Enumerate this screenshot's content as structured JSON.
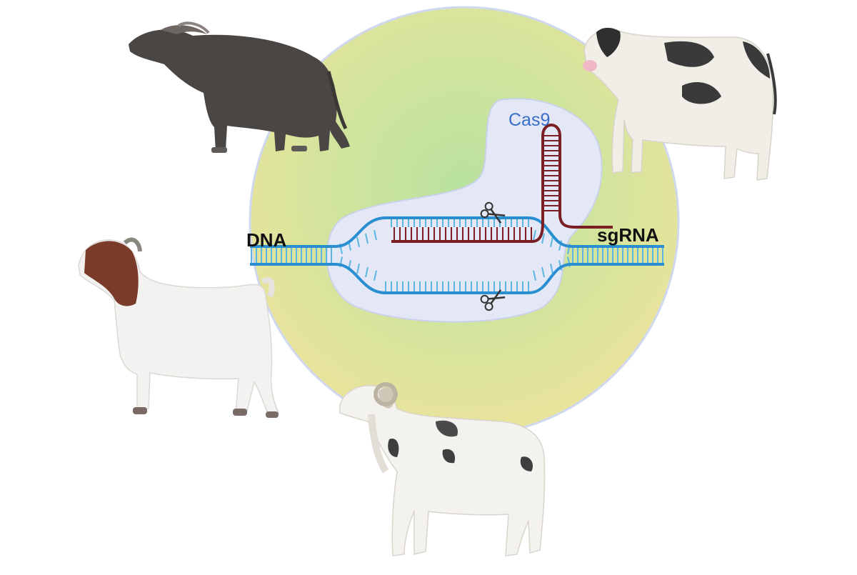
{
  "labels": {
    "dna": "DNA",
    "sgrna": "sgRNA",
    "cas9": "Cas9"
  },
  "colors": {
    "circle_center": "#bfe3a6",
    "circle_edge": "#e8e29a",
    "cas9_body": "#e3e8f6",
    "dna_strand": "#2a8fd0",
    "dna_rung": "#5bb6e3",
    "rna_strand": "#7a1e24",
    "cas9_label": "#3a6fc8"
  },
  "icons": {
    "cut_sites": [
      "scissors-icon",
      "scissors-icon"
    ]
  },
  "animals": [
    {
      "name": "water-buffalo-illustration",
      "position_word": "top-left"
    },
    {
      "name": "holstein-calf-illustration",
      "position_word": "top-right"
    },
    {
      "name": "boer-goat-illustration",
      "position_word": "left"
    },
    {
      "name": "spotted-sheep-illustration",
      "position_word": "bottom"
    }
  ]
}
